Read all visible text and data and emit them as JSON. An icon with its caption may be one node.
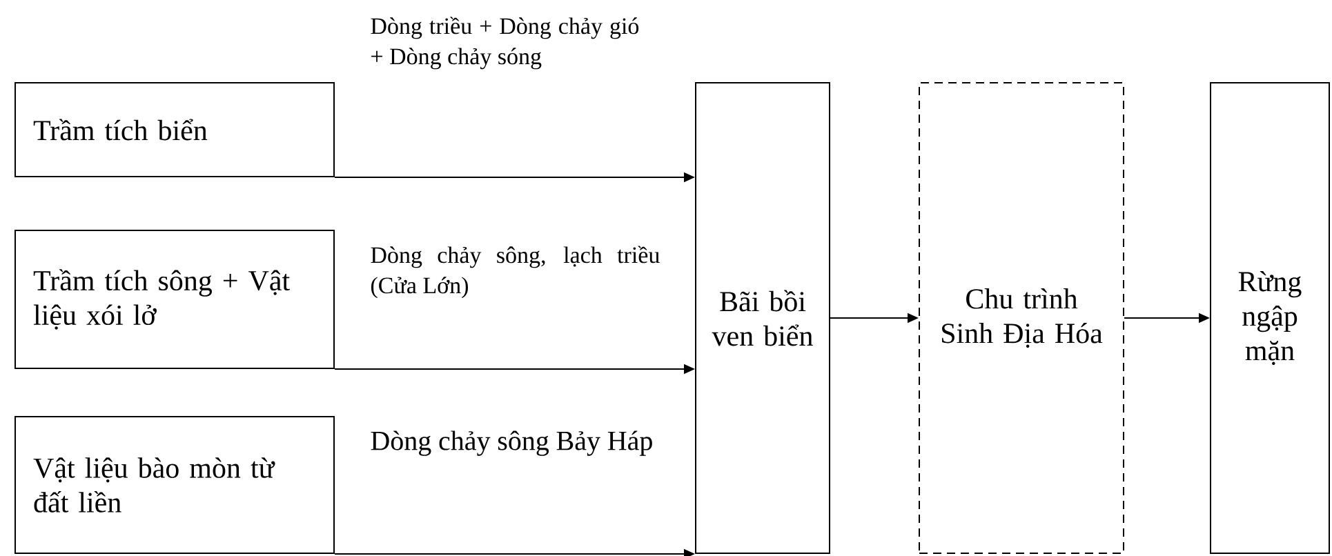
{
  "diagram": {
    "nodes": [
      {
        "text": [
          "Trầm tích biển"
        ]
      },
      {
        "text": [
          "Trầm tích sông + Vật liệu xói lở"
        ]
      },
      {
        "text": [
          "Vật liệu bào mòn từ đất liền"
        ]
      },
      {
        "text": [
          "Bãi bồi ven biển"
        ]
      },
      {
        "text": [
          "Chu trình Sinh Địa Hóa"
        ]
      },
      {
        "text": [
          "Rừng ngập mặn"
        ]
      }
    ],
    "edges": [
      {
        "from": 0,
        "to": 3,
        "arrow": "to",
        "label": "Dòng triều + Dòng chảy gió + Dòng chảy sóng"
      },
      {
        "from": 1,
        "to": 3,
        "arrow": "to",
        "label": "Dòng chảy sông, lạch triều (Cửa Lớn)"
      },
      {
        "from": 2,
        "to": 3,
        "arrow": "to",
        "label": "Dòng chảy sông Bảy Háp"
      },
      {
        "from": 3,
        "to": 4,
        "arrow": "to"
      },
      {
        "from": 4,
        "to": 5,
        "arrow": "to"
      }
    ]
  }
}
